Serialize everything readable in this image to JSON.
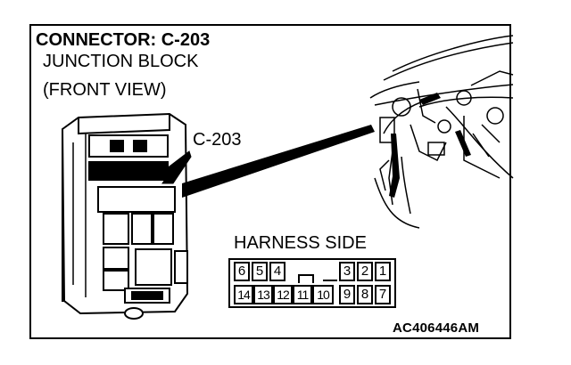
{
  "title": "CONNECTOR: C-203",
  "subtitle_line1": "JUNCTION BLOCK",
  "subtitle_line2": "(FRONT VIEW)",
  "callout_label": "C-203",
  "harness_label": "HARNESS SIDE",
  "figure_code": "AC406446AM",
  "connector": {
    "top_row": [
      "6",
      "5",
      "4",
      "",
      "3",
      "2",
      "1"
    ],
    "bottom_row": [
      "14",
      "13",
      "12",
      "11",
      "10",
      "9",
      "8",
      "7"
    ]
  }
}
